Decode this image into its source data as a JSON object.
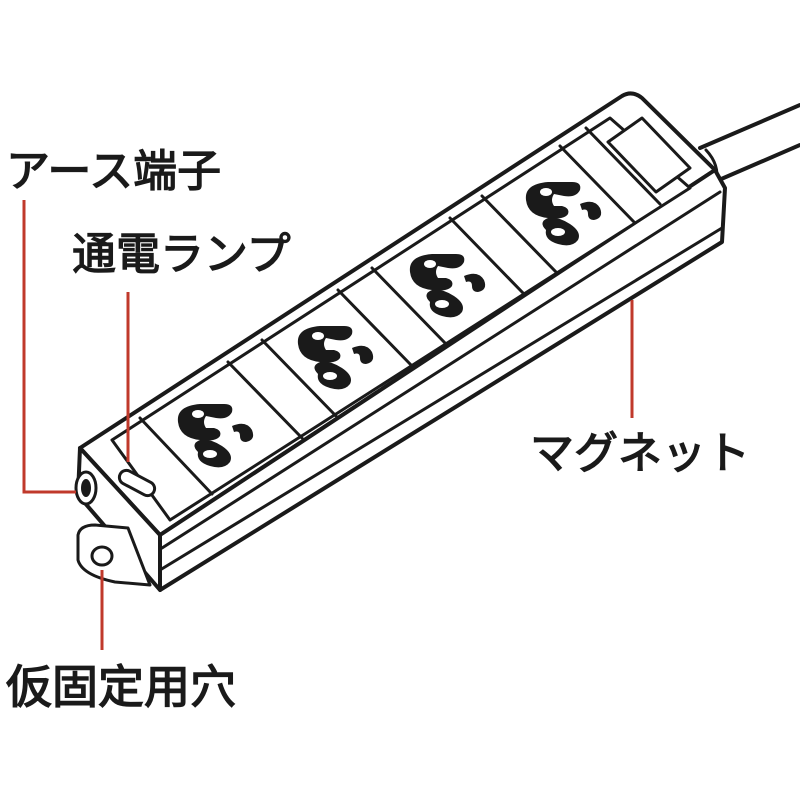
{
  "labels": {
    "earth_terminal": "アース端子",
    "power_lamp": "通電ランプ",
    "magnet": "マグネット",
    "temp_fixing_hole": "仮固定用穴"
  },
  "colors": {
    "outline": "#1a1a1a",
    "leader_line": "#c0392b",
    "background": "#ffffff"
  },
  "icons": [
    "power-strip-illustration",
    "outlet-icon",
    "power-lamp-icon",
    "earth-terminal-icon",
    "mounting-hole-icon",
    "power-cord-icon"
  ]
}
